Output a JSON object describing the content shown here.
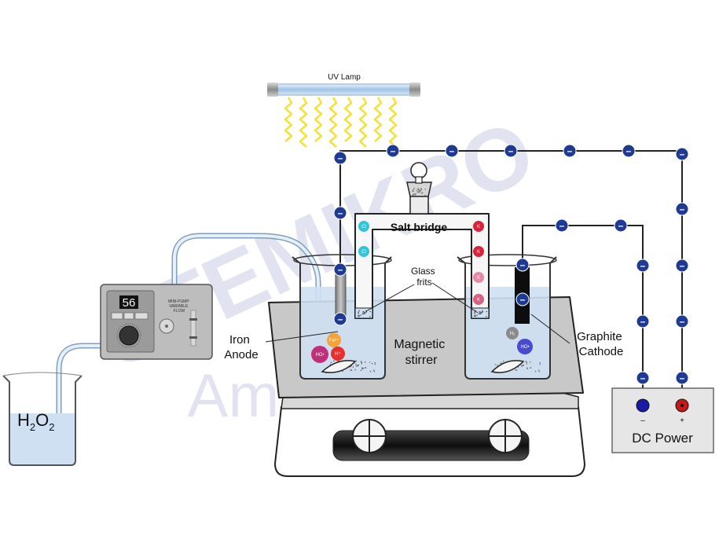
{
  "labels": {
    "uv_lamp": "UV Lamp",
    "salt_bridge": "Salt bridge",
    "glass_frits_line1": "Glass",
    "glass_frits_line2": "frits",
    "magnetic_stirrer_line1": "Magnetic",
    "magnetic_stirrer_line2": "stirrer",
    "iron_anode_line1": "Iron",
    "iron_anode_line2": "Anode",
    "graphite_cathode_line1": "Graphite",
    "graphite_cathode_line2": "Cathode",
    "dc_power": "DC Power",
    "h2o2_main": "H",
    "h2o2_sub1": "2",
    "h2o2_mid": "O",
    "h2o2_sub2": "2",
    "pump_display": "56",
    "pump_title_1": "MINI-PUMP",
    "pump_title_2": "VARIABLE",
    "pump_title_3": "FLOW",
    "terminal_minus": "–",
    "terminal_plus": "+",
    "electron_sign": "–"
  },
  "ions": {
    "cl": "Cl",
    "k": "K",
    "fe": "Fe²⁺",
    "h": "H⁺",
    "ho": "HO•",
    "h2": "H₂"
  },
  "watermark": {
    "line1": "STEMIKRO",
    "line2": "Amarildo K."
  },
  "colors": {
    "electron": "#1f3a93",
    "wire": "#222222",
    "water": "#cfe0f3",
    "cl_ion": "#35c3d9",
    "k_ion": "#d6243a",
    "fe_ion": "#f2a33a",
    "h_ion": "#e53030",
    "ho_ion": "#c0307a",
    "uv_rays": "#f2e23a",
    "minus_terminal": "#1a1aa8",
    "plus_terminal": "#c81818"
  }
}
